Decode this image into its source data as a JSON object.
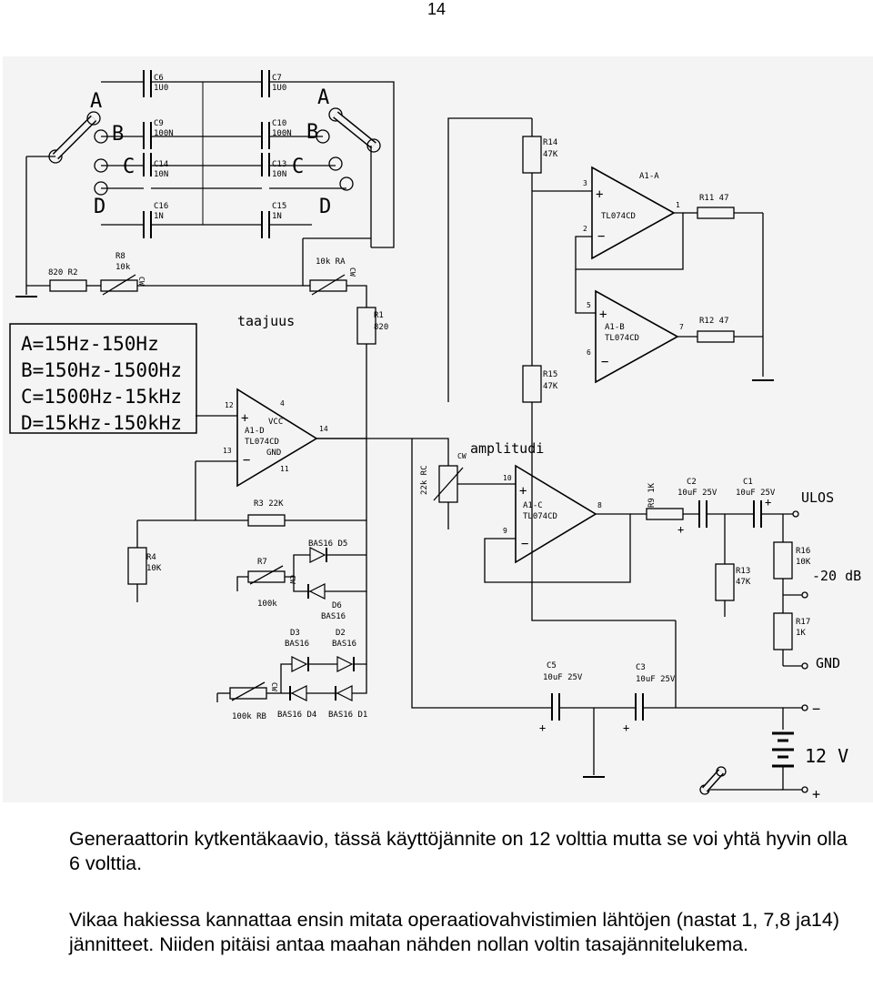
{
  "page_number": "14",
  "schematic": {
    "range_box": [
      "A=15Hz-150Hz",
      "B=150Hz-1500Hz",
      "C=1500Hz-15kHz",
      "D=15kHz-150kHz"
    ],
    "switch_letters": {
      "a": "A",
      "b": "B",
      "c": "C",
      "d": "D"
    },
    "labels": {
      "taajuus": "taajuus",
      "amplitudi": "amplitudi",
      "ulos": "ULOS",
      "minus20db": "-20 dB",
      "gnd": "GND",
      "volt12": "12 V",
      "minus": "−",
      "plus": "+",
      "cw": "CW"
    },
    "components": {
      "c6": [
        "C6",
        "1U0"
      ],
      "c7": [
        "C7",
        "1U0"
      ],
      "c9": [
        "C9",
        "100N"
      ],
      "c10": [
        "C10",
        "100N"
      ],
      "c14": [
        "C14",
        "10N"
      ],
      "c13": [
        "C13",
        "10N"
      ],
      "c16": [
        "C16",
        "1N"
      ],
      "c15": [
        "C15",
        "1N"
      ],
      "r2": "820 R2",
      "r8": [
        "R8",
        "10k"
      ],
      "ra": "10k  RA",
      "r1": [
        "R1",
        "820"
      ],
      "r14": [
        "R14",
        "47K"
      ],
      "r15": [
        "R15",
        "47K"
      ],
      "r11": "R11  47",
      "r12": "R12  47",
      "r3": "R3  22K",
      "r4": [
        "R4",
        "10K"
      ],
      "r7": [
        "R7",
        "100k"
      ],
      "rc": "22k  RC",
      "r9": "R9  1K",
      "r13": [
        "R13",
        "47K"
      ],
      "r16": [
        "R16",
        "10K"
      ],
      "r17": [
        "R17",
        "1K"
      ],
      "rb": "100k  RB",
      "c2": [
        "C2",
        "10uF  25V"
      ],
      "c1": [
        "C1",
        "10uF  25V"
      ],
      "c5": [
        "C5",
        "10uF  25V"
      ],
      "c3": [
        "C3",
        "10uF  25V"
      ],
      "d5": "BAS16 D5",
      "d6": [
        "D6",
        "BAS16"
      ],
      "d3": [
        "D3",
        "BAS16"
      ],
      "d2": [
        "D2",
        "BAS16"
      ],
      "d4": "BAS16  D4",
      "d1": "BAS16  D1"
    },
    "opamps": {
      "a1a": [
        "A1-A",
        "TL074CD"
      ],
      "a1b": [
        "A1-B",
        "TL074CD"
      ],
      "a1c": [
        "A1-C",
        "TL074CD"
      ],
      "a1d": [
        "A1-D",
        "TL074CD"
      ],
      "vcc": "VCC",
      "gnd_pin": "GND"
    },
    "pins": {
      "p1": "1",
      "p2": "2",
      "p3": "3",
      "p4": "4",
      "p5": "5",
      "p6": "6",
      "p7": "7",
      "p8": "8",
      "p9": "9",
      "p10": "10",
      "p11": "11",
      "p12": "12",
      "p13": "13",
      "p14": "14"
    }
  },
  "caption1": "Generaattorin kytkentäkaavio, tässä käyttöjännite on 12 volttia mutta se voi yhtä hyvin olla 6 volttia.",
  "caption2": "Vikaa hakiessa kannattaa ensin mitata operaatiovahvistimien lähtöjen (nastat 1, 7,8 ja14) jännitteet. Niiden pitäisi antaa maahan nähden nollan voltin tasajännitelukema."
}
